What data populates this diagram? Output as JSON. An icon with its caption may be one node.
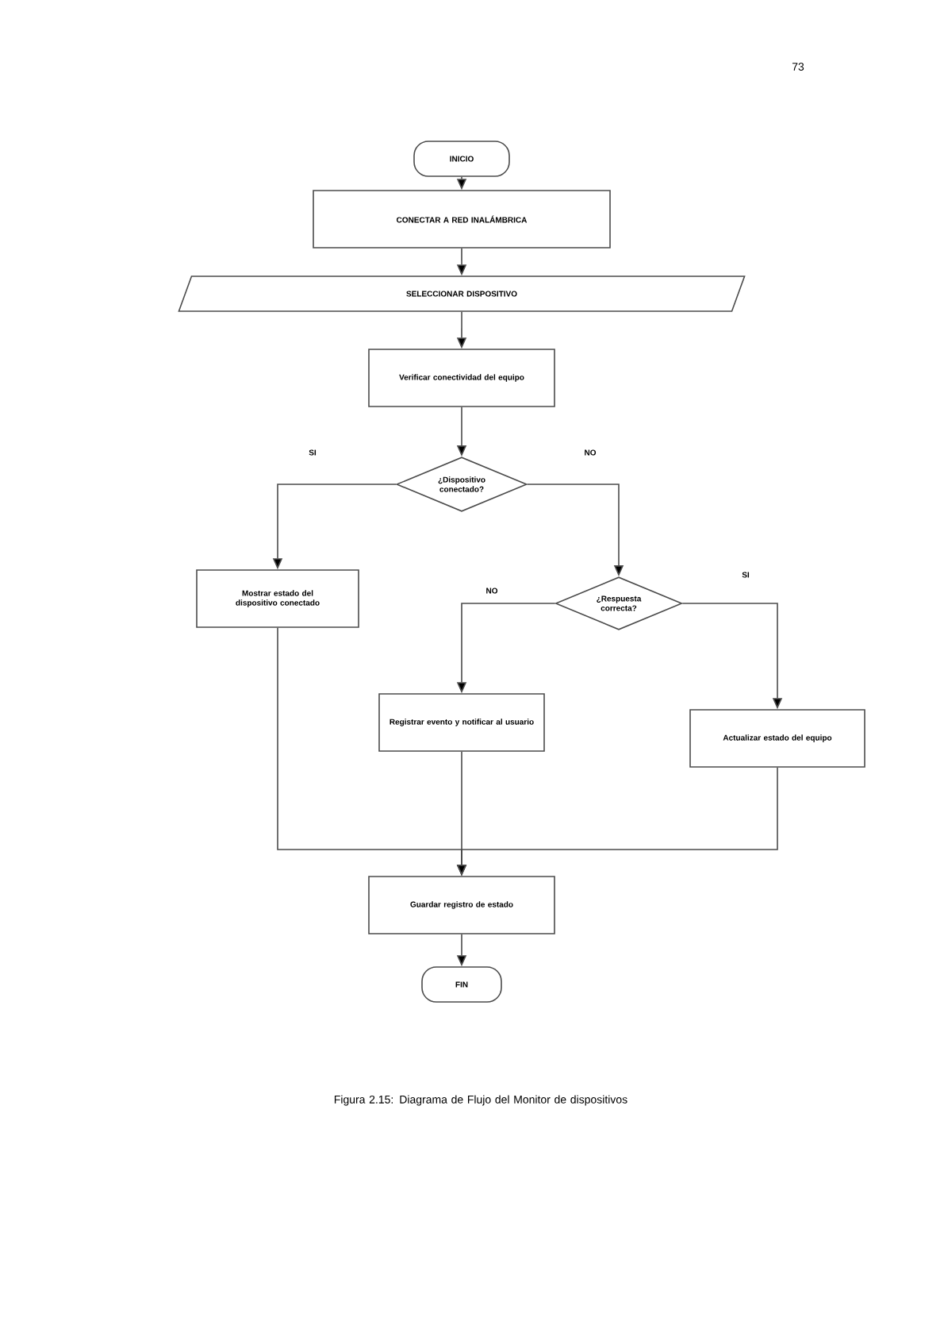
{
  "diagram": {
    "caption": "Figura 2.15: Diagrama de Flujo del Monitor de dispositivos",
    "nodes": [
      {
        "text": [
          "INICIO"
        ]
      },
      {
        "text": [
          "CONECTAR A RED INALÁMBRICA"
        ]
      },
      {
        "text": [
          "SELECCIONAR DISPOSITIVO"
        ]
      },
      {
        "text": [
          "Verificar conectividad del equipo"
        ]
      },
      {
        "text": [
          "¿Dispositivo conectado?"
        ]
      },
      {
        "text": [
          "Mostrar estado del dispositivo conectado"
        ]
      },
      {
        "text": [
          "¿Respuesta correcta?"
        ]
      },
      {
        "text": [
          "Registrar evento y notificar al usuario"
        ]
      },
      {
        "text": [
          "Actualizar estado del equipo"
        ]
      },
      {
        "text": [
          "Guardar registro de estado"
        ]
      },
      {
        "text": [
          "FIN"
        ]
      }
    ],
    "edges": [
      {
        "from": 0,
        "to": 1,
        "arrow": "to"
      },
      {
        "from": 1,
        "to": 2,
        "arrow": "to"
      },
      {
        "from": 2,
        "to": 3,
        "arrow": "to"
      },
      {
        "from": 3,
        "to": 4,
        "arrow": "to"
      },
      {
        "from": 4,
        "to": 5,
        "arrow": "to",
        "label": "SI"
      },
      {
        "from": 4,
        "to": 6,
        "arrow": "to",
        "label": "NO"
      },
      {
        "from": 6,
        "to": 7,
        "arrow": "to",
        "label": "NO"
      },
      {
        "from": 6,
        "to": 8,
        "arrow": "to",
        "label": "SI"
      },
      {
        "from": 5,
        "to": 9,
        "arrow": "to"
      },
      {
        "from": 7,
        "to": 9,
        "arrow": "to"
      },
      {
        "from": 8,
        "to": 9,
        "arrow": "to"
      },
      {
        "from": 9,
        "to": 10,
        "arrow": "to"
      }
    ],
    "labels": [
      "73"
    ]
  }
}
